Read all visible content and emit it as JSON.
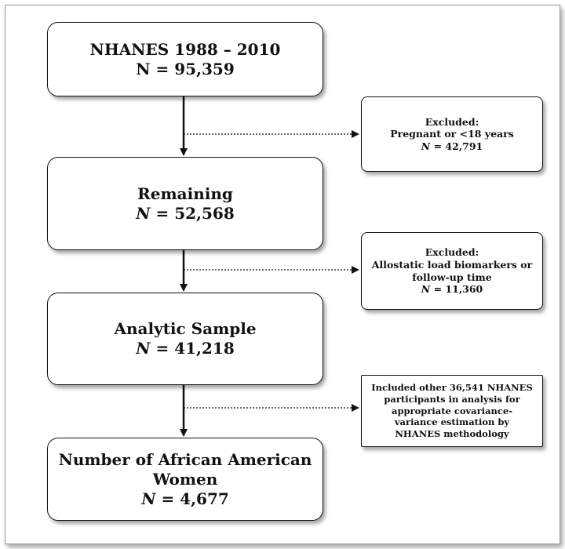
{
  "main_boxes": [
    {
      "line1": "NHANES 1988 – 2010",
      "n_label": "N",
      "n_value": "= 95,359",
      "n_italic": false
    },
    {
      "line1": "Remaining",
      "n_label": "N",
      "n_value": "= 52,568",
      "n_italic": true
    },
    {
      "line1": "Analytic Sample",
      "n_label": "N",
      "n_value": "= 41,218",
      "n_italic": true
    },
    {
      "line1": "Number of African American",
      "line2": "Women",
      "n_label": "N",
      "n_value": "= 4,677",
      "n_italic": true
    }
  ],
  "side_boxes": [
    {
      "lines": [
        "Excluded:",
        "Pregnant or <18 years"
      ],
      "n_label": "N",
      "n_value": "= 42,791"
    },
    {
      "lines": [
        "Excluded:",
        "Allostatic load biomarkers or",
        "follow-up time"
      ],
      "n_label": "N",
      "n_value": "= 11,360"
    },
    {
      "lines": [
        "Included other 36,541 NHANES",
        "participants in analysis for",
        "appropriate covariance-",
        "variance estimation by",
        "NHANES methodology"
      ]
    }
  ]
}
